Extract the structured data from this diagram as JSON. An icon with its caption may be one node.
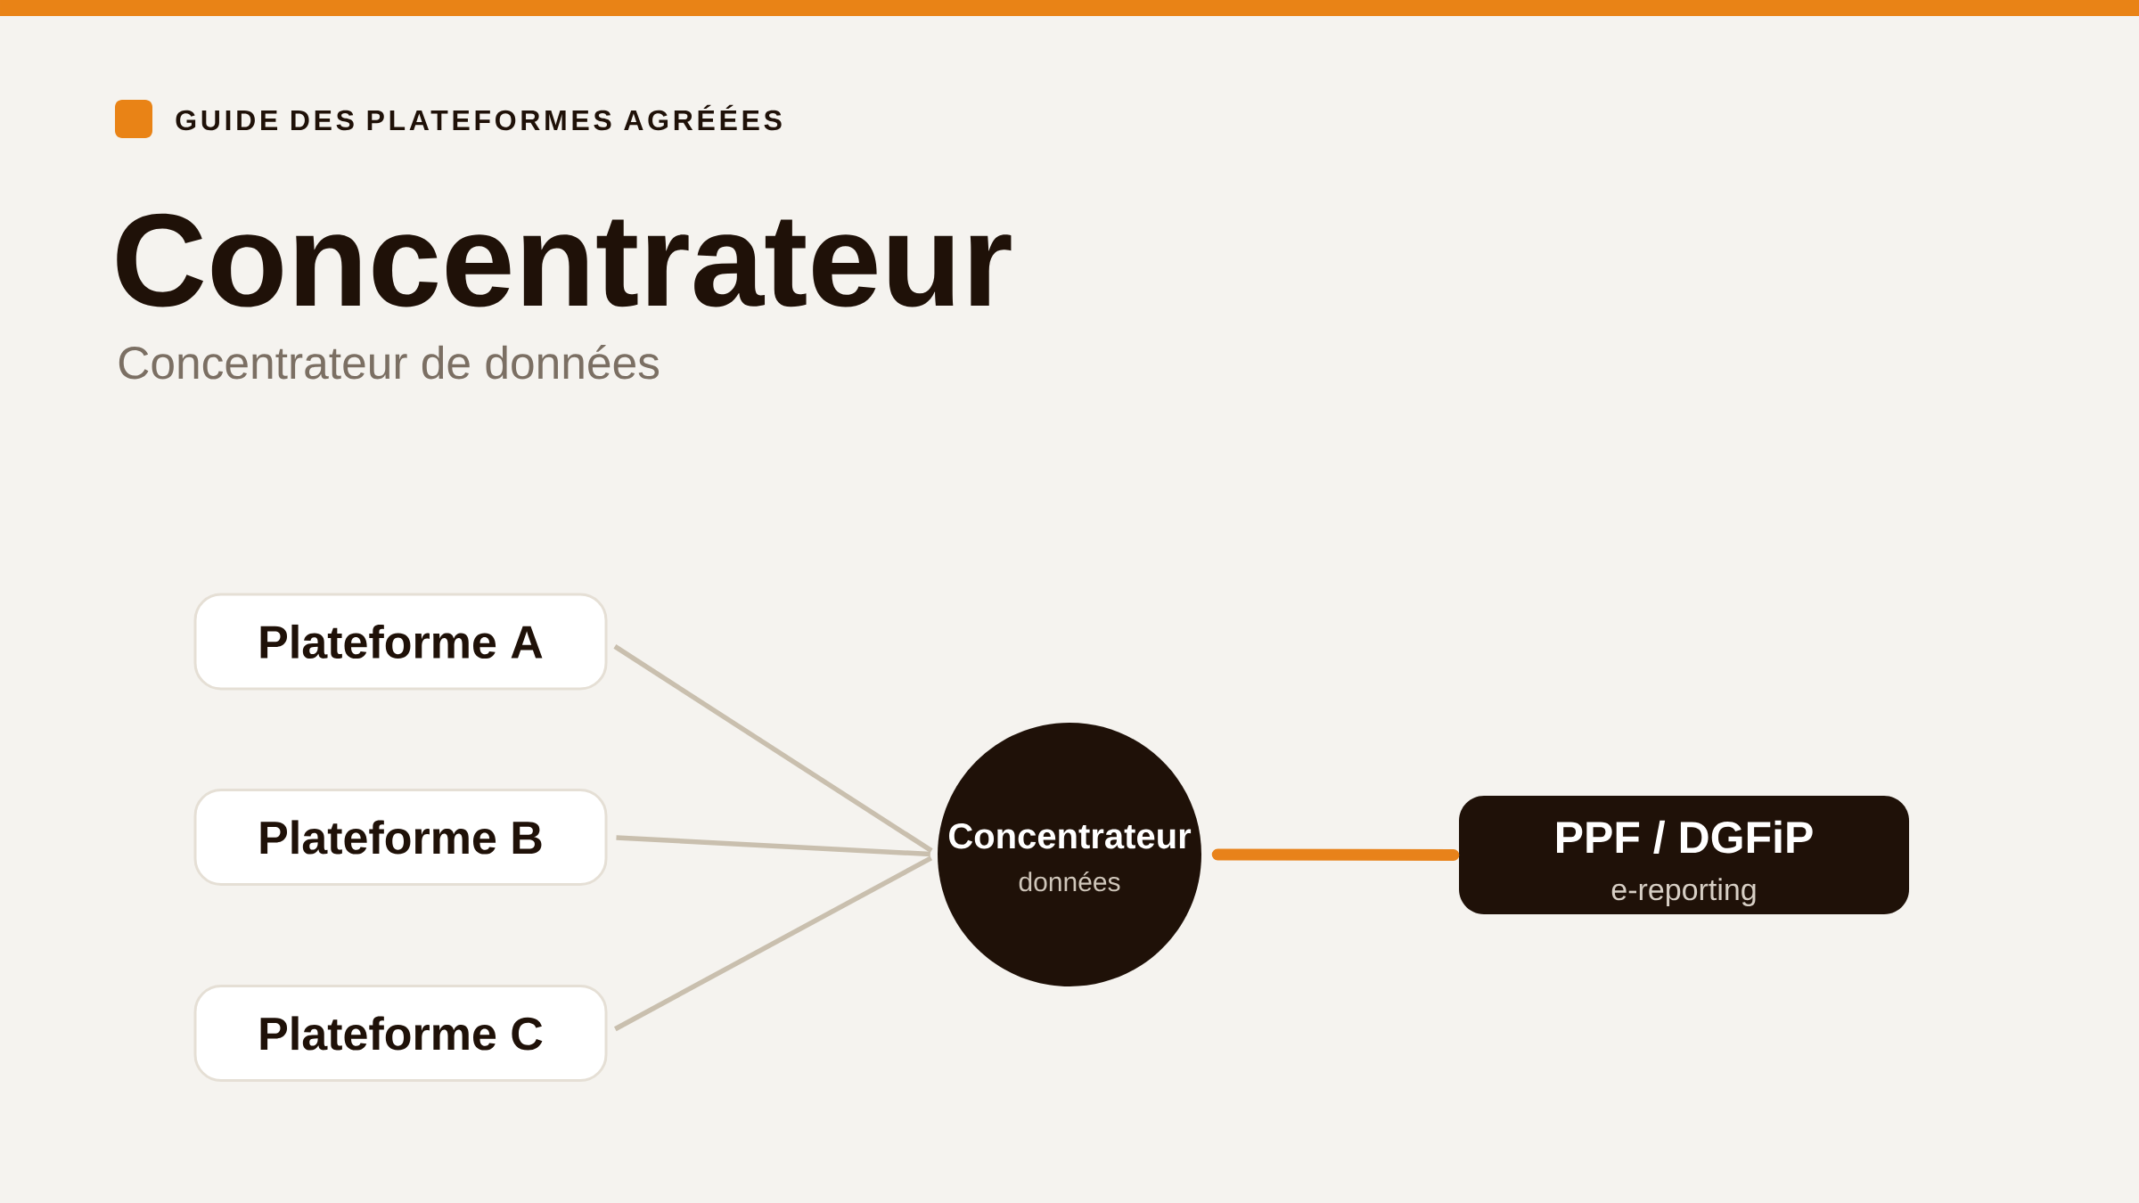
{
  "diagram": {
    "title": "Concentrateur",
    "nodes": [
      {
        "text": [
          "Plateforme A"
        ]
      },
      {
        "text": [
          "Plateforme B"
        ]
      },
      {
        "text": [
          "Plateforme C"
        ]
      },
      {
        "text": [
          "Concentrateur",
          "données"
        ]
      },
      {
        "text": [
          "PPF / DGFiP",
          "e-reporting"
        ]
      }
    ],
    "edges": [
      {
        "from": 0,
        "to": 3,
        "arrow": "none"
      },
      {
        "from": 1,
        "to": 3,
        "arrow": "none"
      },
      {
        "from": 2,
        "to": 3,
        "arrow": "none"
      },
      {
        "from": 3,
        "to": 4,
        "arrow": "none",
        "style": "thick",
        "color": "#e8821a"
      }
    ],
    "labels": [
      "GUIDE DES PLATEFORMES AGRÉÉES",
      "Concentrateur de données"
    ]
  }
}
